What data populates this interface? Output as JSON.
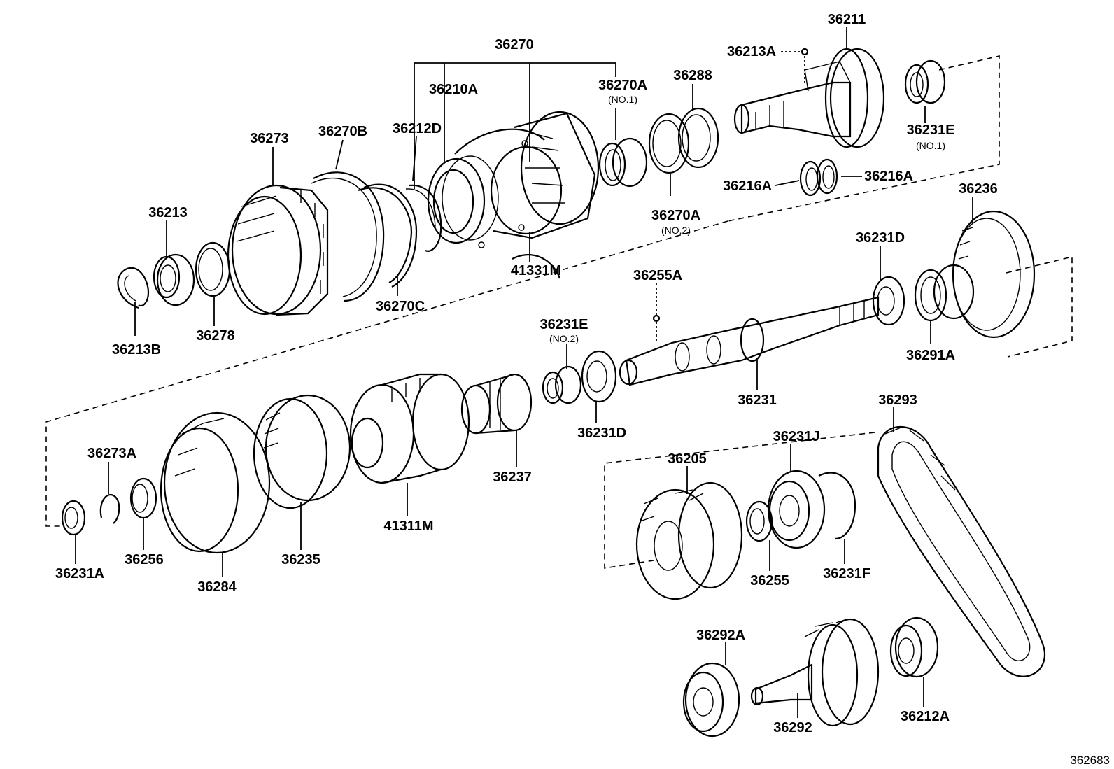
{
  "diagram": {
    "reference_number": "362683",
    "labels": {
      "p36270": "36270",
      "p36210A": "36210A",
      "p36270A_no1": "36270A",
      "no1_a": "(NO.1)",
      "p36288": "36288",
      "p36213A": "36213A",
      "p36211": "36211",
      "p36231E_no1": "36231E",
      "no1_b": "(NO.1)",
      "p36273": "36273",
      "p36270B": "36270B",
      "p36212D": "36212D",
      "p36216A_left": "36216A",
      "p36216A_right": "36216A",
      "p36236": "36236",
      "p36270A_no2": "36270A",
      "no2_a": "(NO.2)",
      "p36213": "36213",
      "p41331M": "41331M",
      "p36231D_top": "36231D",
      "p36255A": "36255A",
      "p36270C": "36270C",
      "p36213B": "36213B",
      "p36278": "36278",
      "p36231E_no2": "36231E",
      "no2_b": "(NO.2)",
      "p36291A": "36291A",
      "p36231": "36231",
      "p36293": "36293",
      "p36231D_bottom": "36231D",
      "p36231J": "36231J",
      "p36273A": "36273A",
      "p36205": "36205",
      "p36237": "36237",
      "p41311M": "41311M",
      "p36256": "36256",
      "p36235": "36235",
      "p36231A": "36231A",
      "p36255": "36255",
      "p36231F": "36231F",
      "p36284": "36284",
      "p36292A": "36292A",
      "p36292": "36292",
      "p36212A": "36212A"
    }
  }
}
